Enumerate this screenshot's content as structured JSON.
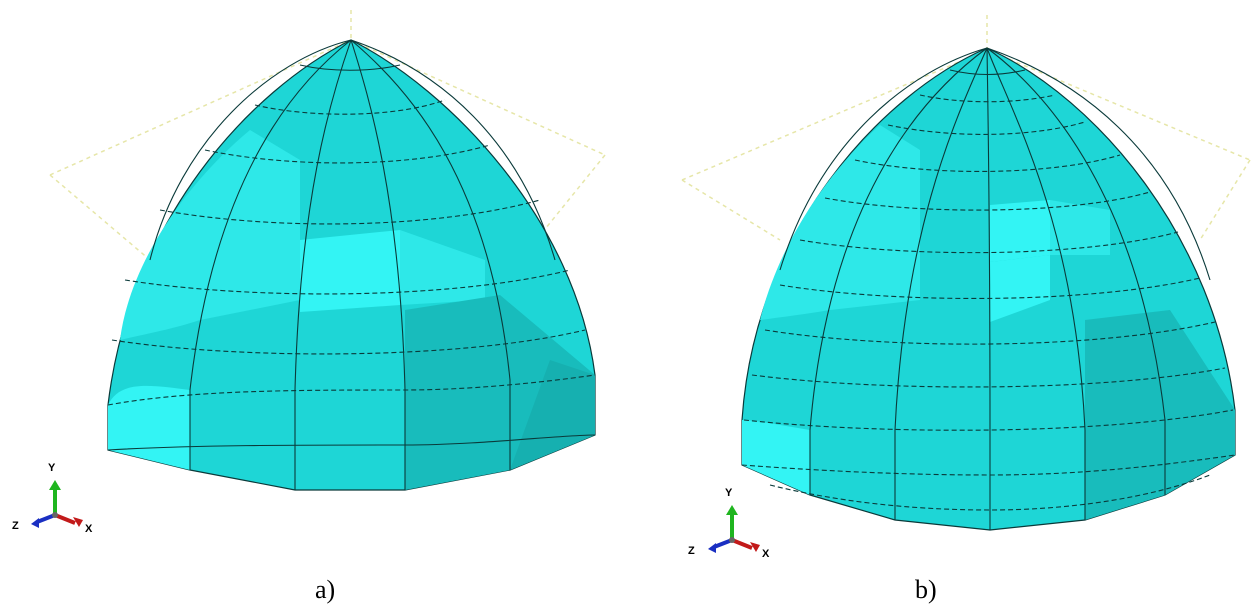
{
  "figure": {
    "panels": [
      {
        "caption": "a)",
        "triad": {
          "y": "Y",
          "z": "Z",
          "x": "X"
        },
        "mesh": {
          "columns": 6,
          "rows": 8
        }
      },
      {
        "caption": "b)",
        "triad": {
          "y": "Y",
          "z": "Z",
          "x": "X"
        },
        "mesh": {
          "columns": 6,
          "rows": 12
        }
      }
    ]
  },
  "colors": {
    "dome_light": "#33f4f4",
    "dome_mid": "#1ed6d6",
    "dome_dark": "#18bcbc",
    "edge": "#0a3a3a",
    "guide": "#e6e6a8",
    "axis_y": "#1fb51f",
    "axis_x": "#c21a1a",
    "axis_z": "#1a2fc2"
  }
}
